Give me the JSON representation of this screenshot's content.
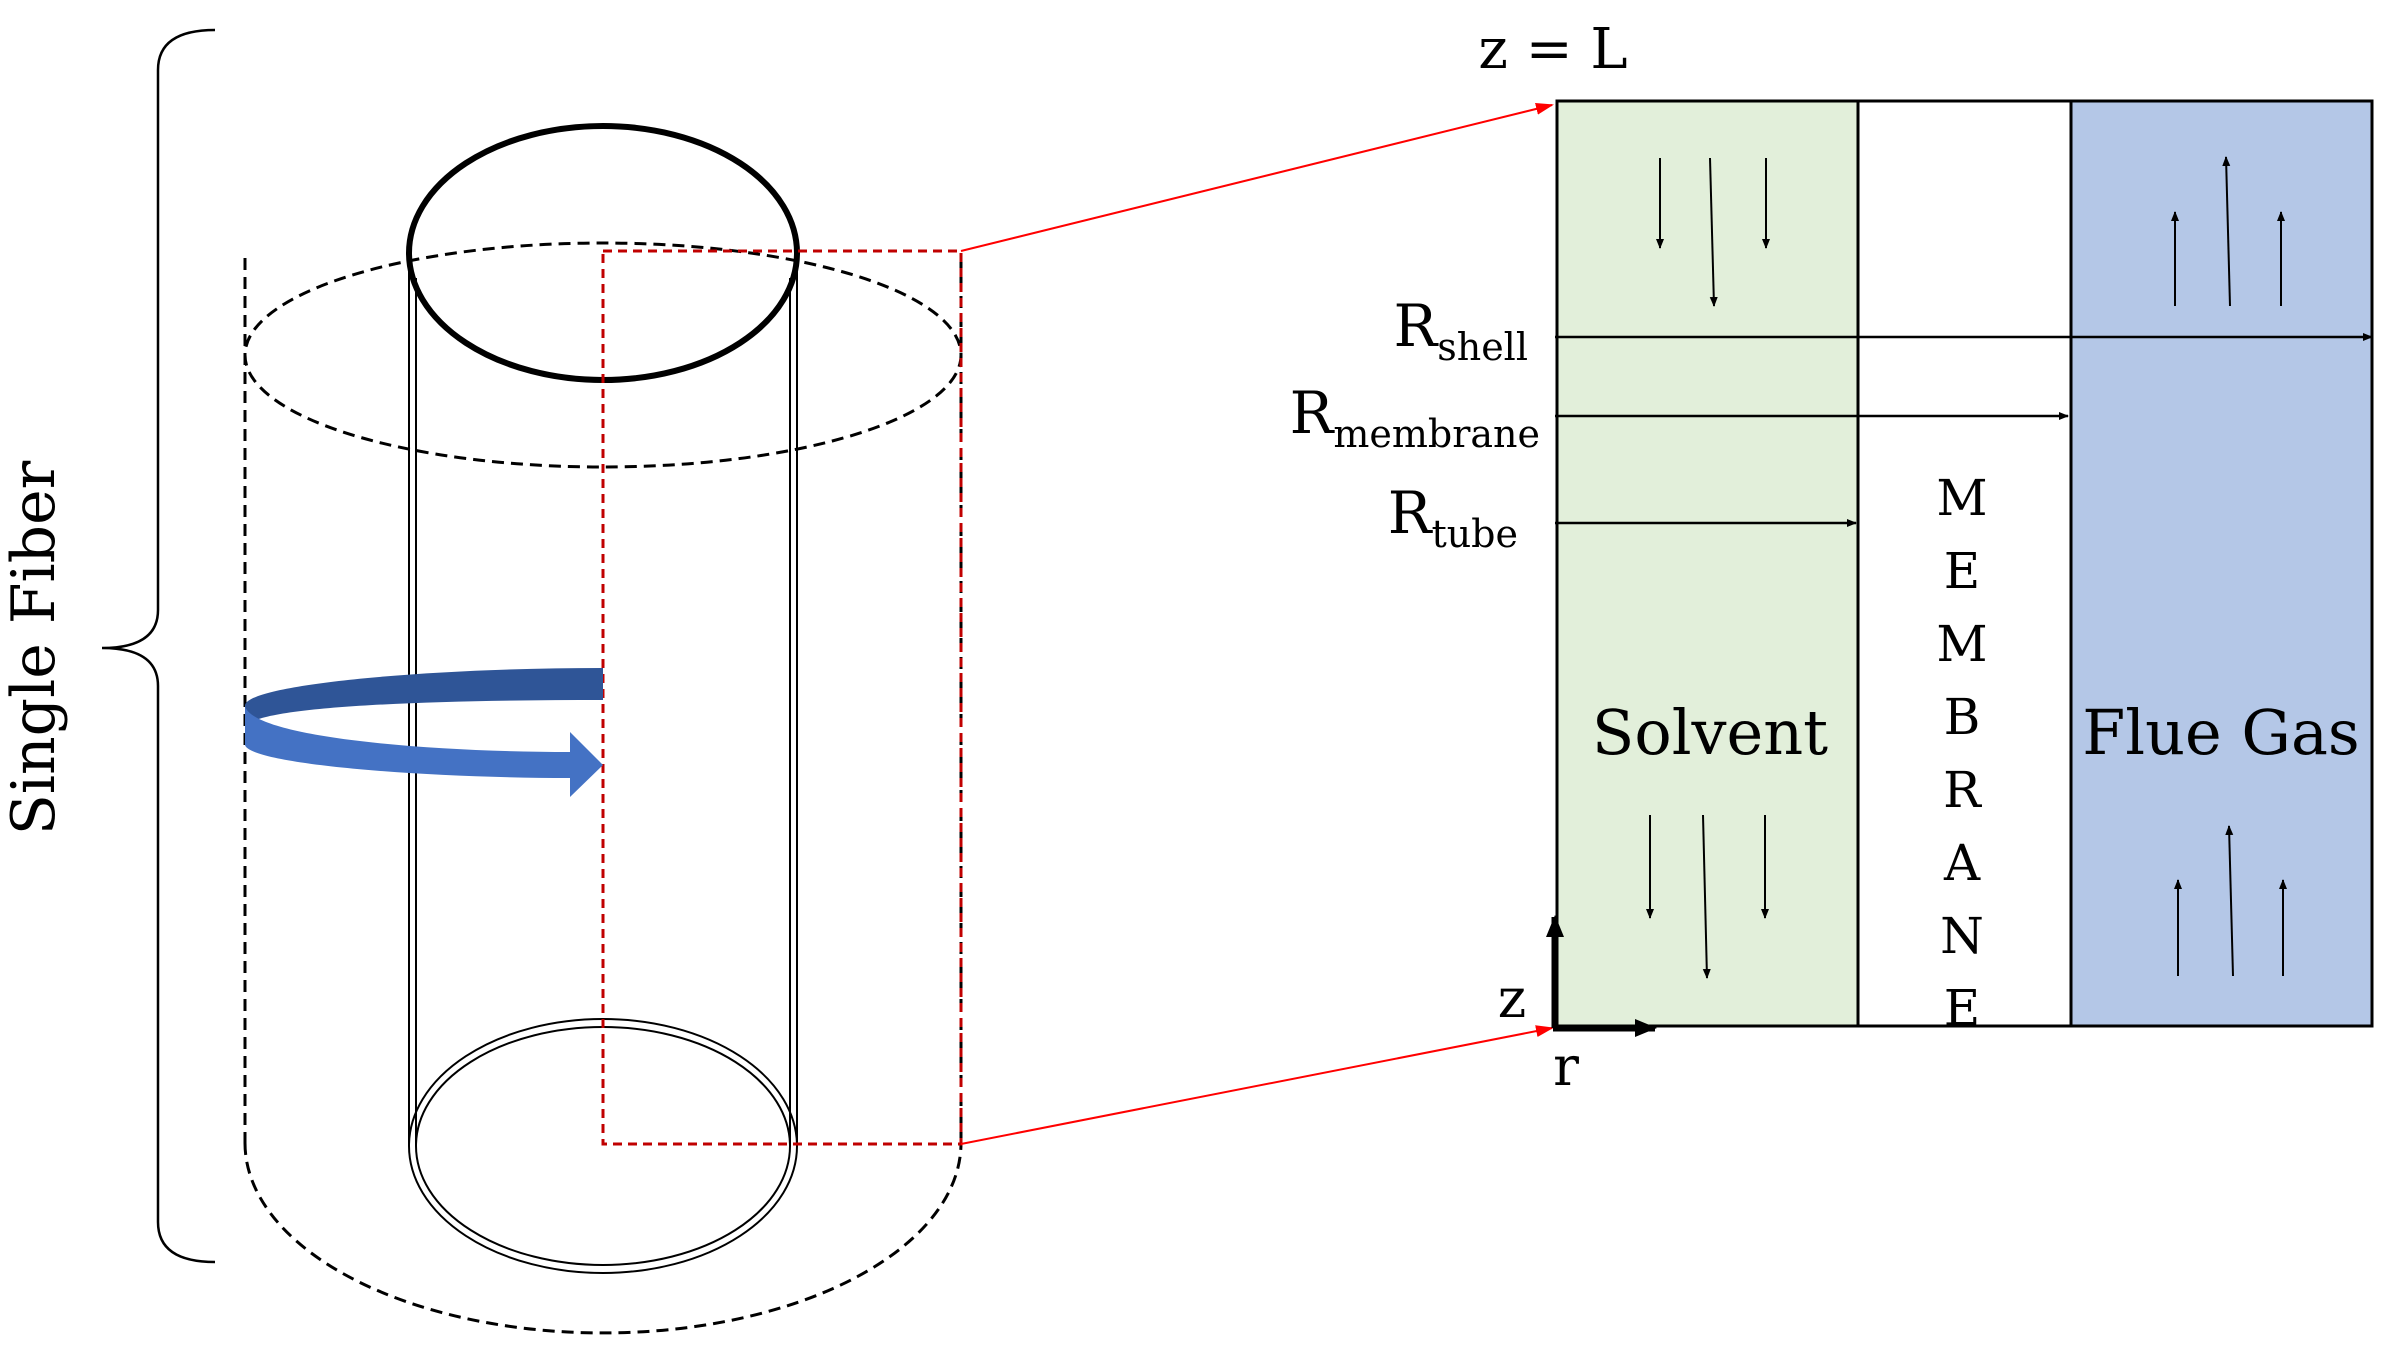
{
  "left": {
    "brace_label": "Single Fiber"
  },
  "right": {
    "top_label": "z = L",
    "radii": [
      {
        "base": "R",
        "sub": "shell"
      },
      {
        "base": "R",
        "sub": "membrane"
      },
      {
        "base": "R",
        "sub": "tube"
      }
    ],
    "solvent_label": "Solvent",
    "membrane_letters": [
      "M",
      "E",
      "M",
      "B",
      "R",
      "A",
      "N",
      "E"
    ],
    "flue_gas_label": "Flue Gas",
    "axis_z": "z",
    "axis_r": "r"
  },
  "colors": {
    "solvent_fill": "#e2efda",
    "flue_gas_fill": "#b4c7e7",
    "zoom_lines": "#ff0000",
    "rotation_arrow": "#4472c4",
    "rotation_arrow_dark": "#2f5597"
  }
}
